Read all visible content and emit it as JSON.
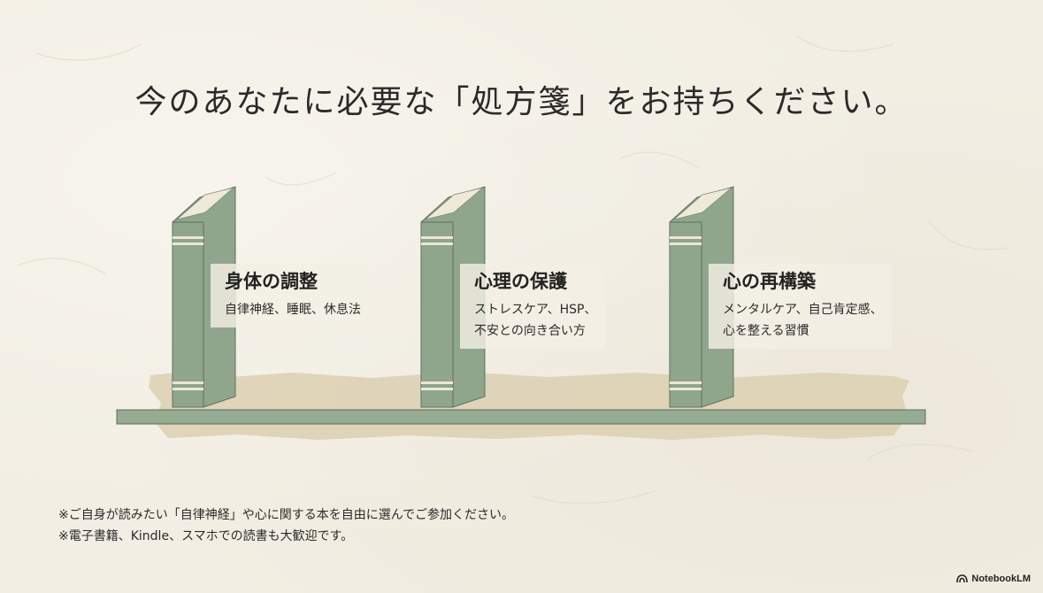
{
  "title": "今のあなたに必要な「処方箋」をお持ちください。",
  "books": [
    {
      "heading": "身体の調整",
      "description": "自律神経、睡眠、休息法"
    },
    {
      "heading": "心理の保護",
      "description": "ストレスケア、HSP、\n不安との向き合い方"
    },
    {
      "heading": "心の再構築",
      "description": "メンタルケア、自己肯定感、\n心を整える習慣"
    }
  ],
  "notes": [
    "※ご自身が読みたい「自律神経」や心に関する本を自由に選んでご参加ください。",
    "※電子書籍、Kindle、スマホでの読書も大歓迎です。"
  ],
  "brand": {
    "name": "NotebookLM",
    "icon": "notebooklm-logo-icon"
  },
  "colors": {
    "book": "#8fa68d",
    "shelf": "#95ab92",
    "paper": "#f2eee3",
    "tape": "#d9ccae"
  }
}
